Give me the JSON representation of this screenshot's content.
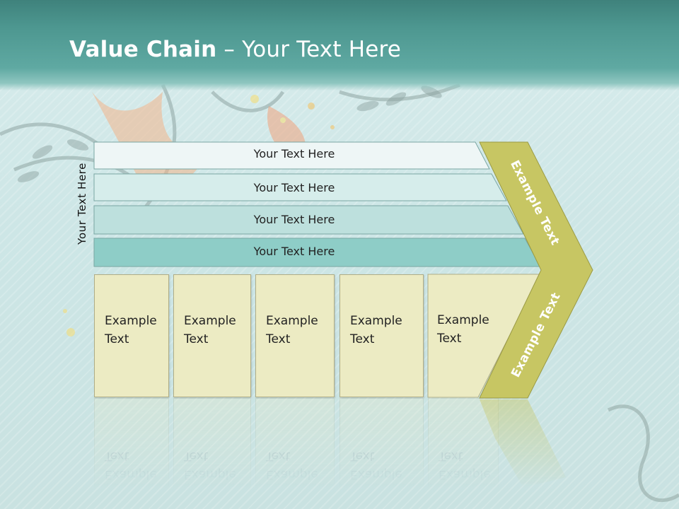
{
  "title": {
    "bold": "Value Chain",
    "rest": " – Your Text Here"
  },
  "side_label": "Your Text Here",
  "bands": [
    {
      "label": "Your Text Here",
      "fill": "#eef6f6"
    },
    {
      "label": "Your Text Here",
      "fill": "#d6edeb"
    },
    {
      "label": "Your Text Here",
      "fill": "#bde0dd"
    },
    {
      "label": "Your Text Here",
      "fill": "#8ecdc7"
    }
  ],
  "blocks": [
    {
      "line1": "Example",
      "line2": "Text"
    },
    {
      "line1": "Example",
      "line2": "Text"
    },
    {
      "line1": "Example",
      "line2": "Text"
    },
    {
      "line1": "Example",
      "line2": "Text"
    },
    {
      "line1": "Example",
      "line2": "Text"
    }
  ],
  "chevron": {
    "upper_label": "Example Text",
    "lower_label": "Example Text",
    "fill": "#c7c663"
  },
  "colors": {
    "title_band": "#4d9790",
    "block_fill": "#ecebc3",
    "block_border": "#b0ad86",
    "band_border": "#7aa6a3"
  }
}
